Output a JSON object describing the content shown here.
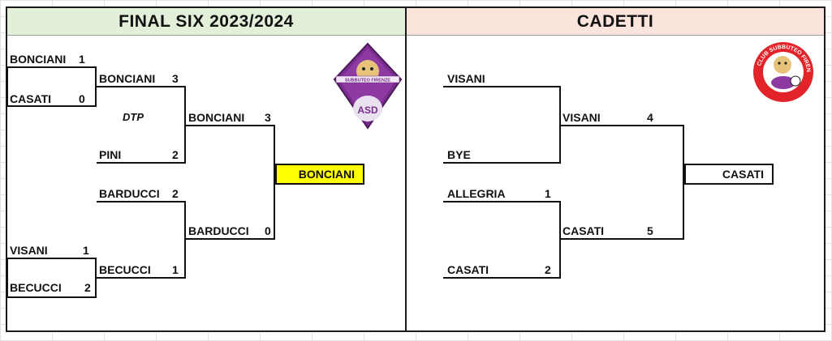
{
  "final_six": {
    "title": "FINAL SIX 2023/2024",
    "title_bg": "#e2efd9",
    "round1": [
      {
        "name": "BONCIANI",
        "score": "1"
      },
      {
        "name": "CASATI",
        "score": "0"
      },
      {
        "name": "VISANI",
        "score": "1"
      },
      {
        "name": "BECUCCI",
        "score": "2"
      }
    ],
    "round2": [
      {
        "name": "BONCIANI",
        "score": "3"
      },
      {
        "name": "PINI",
        "score": "2"
      },
      {
        "name": "BARDUCCI",
        "score": "2"
      },
      {
        "name": "BECUCCI",
        "score": "1"
      }
    ],
    "note": "DTP",
    "semis": [
      {
        "name": "BONCIANI",
        "score": "3"
      },
      {
        "name": "BARDUCCI",
        "score": "0"
      }
    ],
    "winner": "BONCIANI",
    "winner_bg": "#ffff00",
    "logo_text": "ASD",
    "logo_banner": "SUBBUTEO FIRENZE"
  },
  "cadetti": {
    "title": "CADETTI",
    "title_bg": "#fbe4dc",
    "round1": [
      {
        "name": "VISANI",
        "score": ""
      },
      {
        "name": "BYE",
        "score": ""
      },
      {
        "name": "ALLEGRIA",
        "score": "1"
      },
      {
        "name": "CASATI",
        "score": "2"
      }
    ],
    "semis": [
      {
        "name": "VISANI",
        "score": "4"
      },
      {
        "name": "CASATI",
        "score": "5"
      }
    ],
    "winner": "CASATI",
    "logo_ring_text": "CLUB SUBBUTEO FIRENZE"
  }
}
